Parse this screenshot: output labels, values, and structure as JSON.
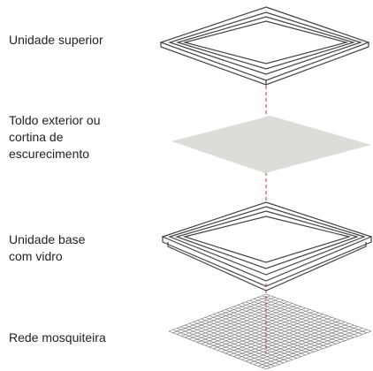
{
  "labels": {
    "top_unit": "Unidade superior",
    "shade_line1": "Toldo exterior ou",
    "shade_line2": "cortina de",
    "shade_line3": "escurecimento",
    "base_line1": "Unidade base",
    "base_line2": "com vidro",
    "net": "Rede mosquiteira"
  },
  "colors": {
    "outline": "#444444",
    "shade_fill": "#dcdcd8",
    "guide_line": "#c0392b",
    "text": "#222222"
  }
}
